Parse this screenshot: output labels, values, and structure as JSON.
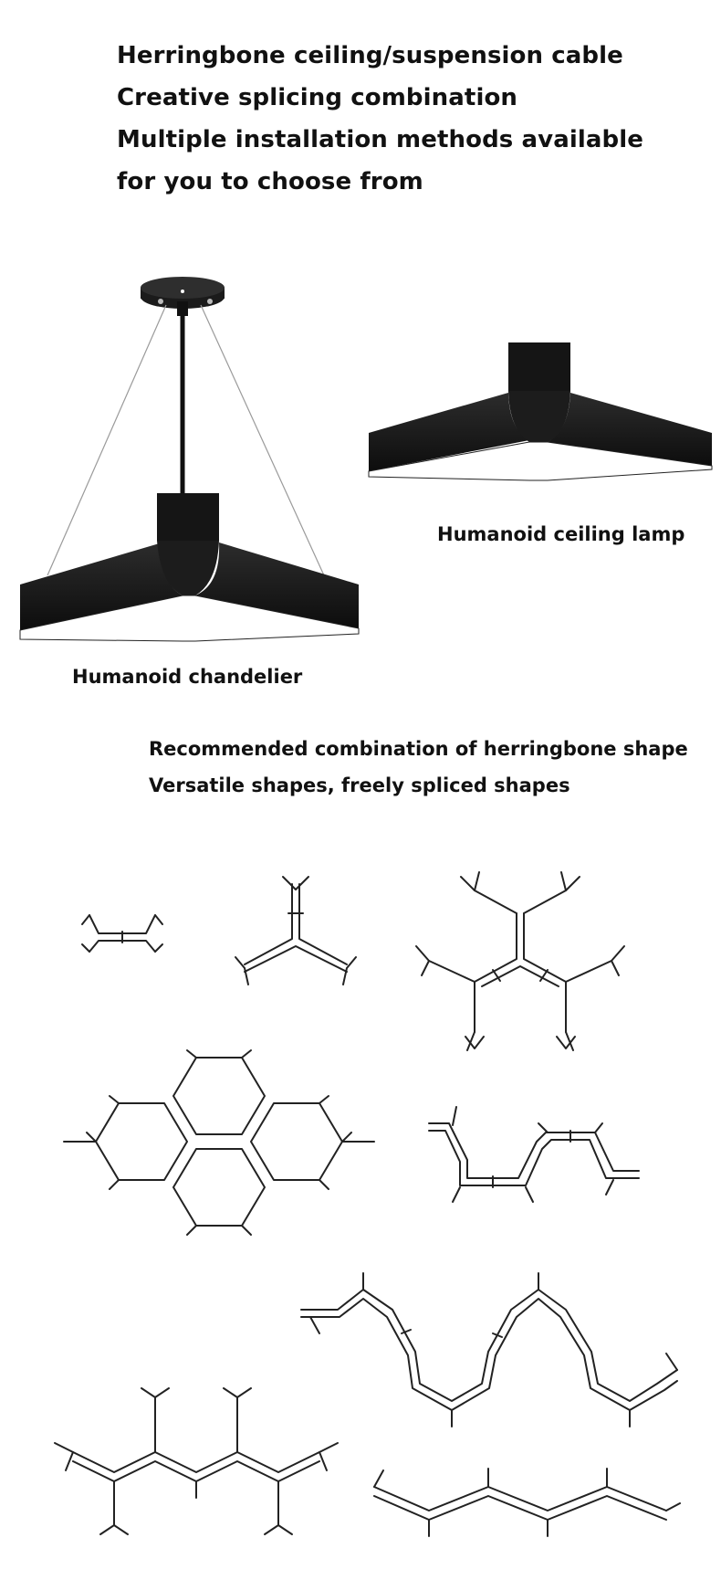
{
  "headline": {
    "line1": "Herringbone ceiling/suspension cable",
    "line2": "Creative splicing combination",
    "line3": "Multiple installation methods available",
    "line4": "for you to choose from"
  },
  "products": {
    "chandelier_label": "Humanoid chandelier",
    "ceiling_lamp_label": "Humanoid ceiling lamp"
  },
  "combinations": {
    "line1": "Recommended combination of herringbone shape",
    "line2": "Versatile shapes, freely spliced shapes"
  },
  "colors": {
    "lamp_body": "#1a1a1a",
    "diffuser": "#ffffff",
    "outline": "#222222"
  }
}
